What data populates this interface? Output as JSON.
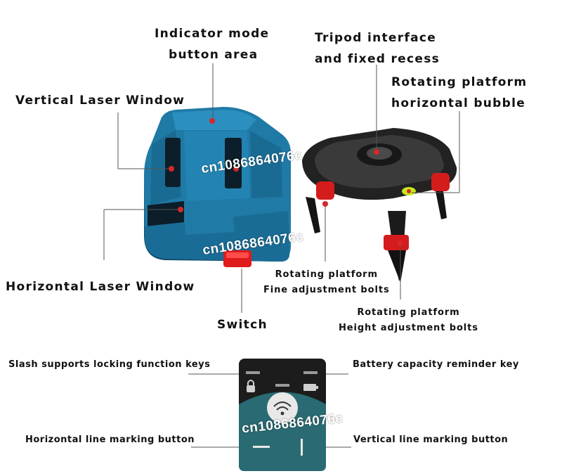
{
  "labels": {
    "indicator_mode": [
      "Indicator mode",
      "button area"
    ],
    "tripod_interface": [
      "Tripod interface",
      "and fixed recess"
    ],
    "rotating_bubble": [
      "Rotating platform",
      "horizontal bubble"
    ],
    "vertical_window": "Vertical Laser Window",
    "horizontal_window": "Horizontal Laser Window",
    "switch": "Switch",
    "fine_adjust": [
      "Rotating platform",
      "Fine adjustment bolts"
    ],
    "height_adjust": [
      "Rotating platform",
      "Height adjustment bolts"
    ],
    "slash_lock": "Slash supports locking function keys",
    "battery_key": "Battery capacity reminder key",
    "horizontal_marking": "Horizontal line marking button",
    "vertical_marking": "Vertical line marking button"
  },
  "watermark": "cn1086864076c",
  "colors": {
    "device_blue": "#1f7aa6",
    "device_dark": "#0f4f70",
    "accent_red": "#e01b1b",
    "panel_teal": "#2a6b73"
  }
}
